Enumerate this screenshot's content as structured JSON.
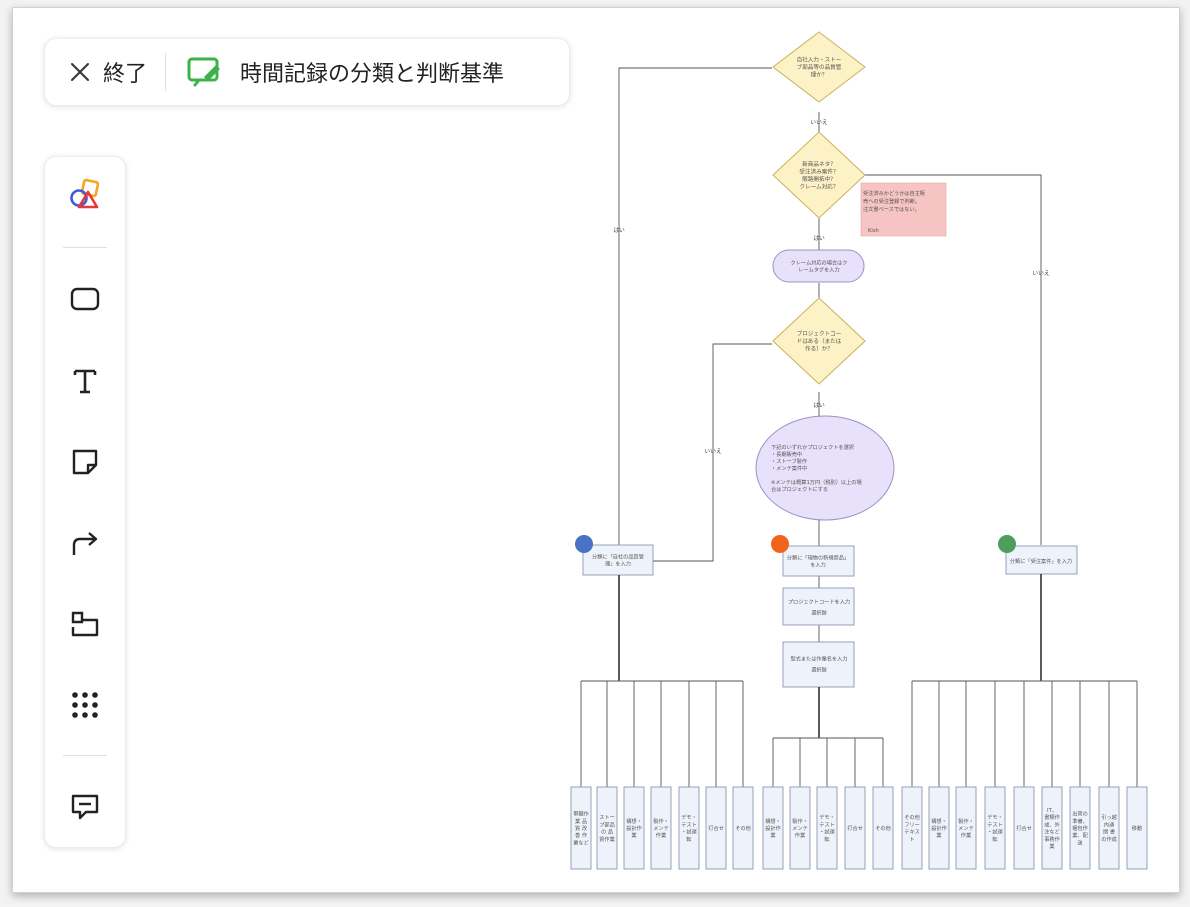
{
  "topbar": {
    "exit_label": "終了",
    "board_title": "時間記録の分類と判断基準"
  },
  "toolbar": {
    "tools": [
      "shapes-tool",
      "rectangle-tool",
      "text-tool",
      "sticky-note-tool",
      "connector-tool",
      "frame-tool",
      "more-tools",
      "comment-tool"
    ]
  },
  "colors": {
    "decision_fill": "#fdf1c6",
    "decision_stroke": "#c9b25a",
    "process_fill": "#e8e1fb",
    "process_stroke": "#9c90c4",
    "note_fill": "#f6c4c2",
    "box_fill": "#eef3fb",
    "box_stroke": "#8a99b4",
    "marker_blue": "#4a72c4",
    "marker_orange": "#f2641c",
    "marker_green": "#4c9e5b",
    "brand_green": "#3bb34a"
  },
  "flowchart": {
    "d1": [
      "自社入力・ストー",
      "ブ部品等の品質管",
      "理か？"
    ],
    "d2": [
      "新商品ネタ？",
      "受注済み案件？",
      "販路開拓中？",
      "クレーム対応？"
    ],
    "d3": [
      "プロジェクトコー",
      "ドはある（または",
      "作る）か？"
    ],
    "p1": [
      "クレーム対応の場合はク",
      "レームタグを入力"
    ],
    "p2": [
      "下記のいずれかプロジェクトを選択",
      "・長期販売中",
      "・ストーブ製作",
      "・メンテ案件中",
      "",
      "※メンテは概算1万円（税別）以上の場",
      "合はプロジェクトにする"
    ],
    "note": [
      "受注済みかどうかは自主販",
      "売への受注登録で判断。",
      "注文書ベースではない。"
    ],
    "note_author": "Kish",
    "edge_labels": {
      "iie": "いいえ",
      "hai": "はい"
    },
    "box_left": [
      "分類に「自社の品質管",
      "理」を入力"
    ],
    "box_mid": [
      "分類に「現物の新規商品」",
      "を入力"
    ],
    "box_right": "分類に「受注案件」を入力",
    "box_code": [
      "プロジェクトコードを入力",
      "選択肢"
    ],
    "box_work": [
      "型式または作業名を入力",
      "選択肢"
    ],
    "leaves_left": [
      "帯鋸作業 品質 改善 作業など",
      "ストーブ部品の 品質作業",
      "構想・設計作業",
      "製作・メンテ作業",
      "デモ・テスト・試運転",
      "打合せ",
      "その他"
    ],
    "leaves_mid": [
      "構想・設計作業",
      "製作・メンテ作業",
      "デモ・テスト・試運転",
      "打合せ",
      "その他"
    ],
    "leaves_right": [
      "その他フリーテキスト",
      "構想・設計作業",
      "製作・メンテ作業",
      "デモ・テスト・試運転",
      "打合せ",
      "IT、書類作成、外注など事務作業",
      "出荷の準備、梱包作業、配送",
      "引っ越 内通関 書の作成",
      "移動"
    ]
  }
}
